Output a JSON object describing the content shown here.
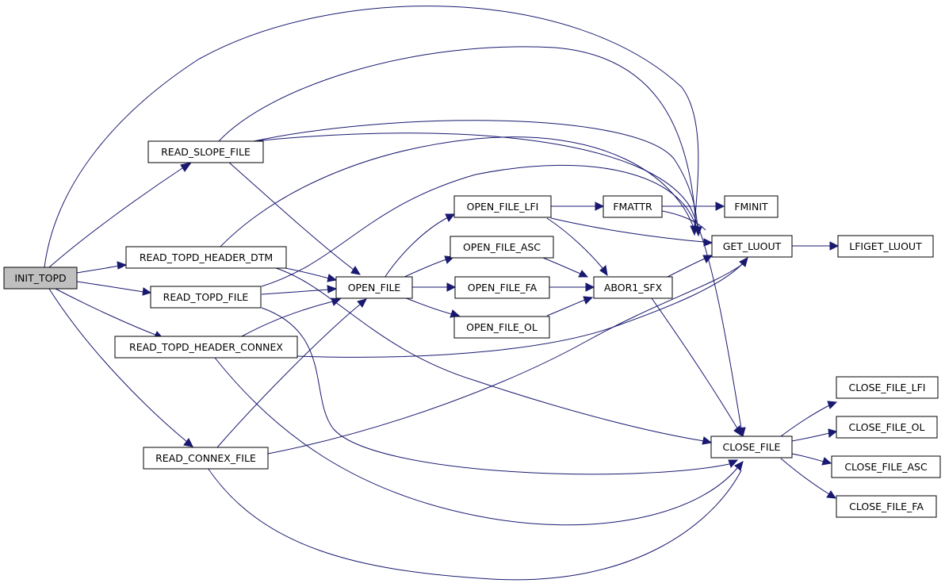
{
  "diagram": {
    "type": "call-graph",
    "colors": {
      "edge": "#191970",
      "root_fill": "#bfbfbf",
      "node_fill": "#ffffff",
      "node_border": "#000000"
    },
    "nodes": {
      "INIT_TOPD": "INIT_TOPD",
      "READ_SLOPE_FILE": "READ_SLOPE_FILE",
      "READ_TOPD_HEADER_DTM": "READ_TOPD_HEADER_DTM",
      "READ_TOPD_FILE": "READ_TOPD_FILE",
      "READ_TOPD_HEADER_CONNEX": "READ_TOPD_HEADER_CONNEX",
      "READ_CONNEX_FILE": "READ_CONNEX_FILE",
      "OPEN_FILE": "OPEN_FILE",
      "OPEN_FILE_LFI": "OPEN_FILE_LFI",
      "OPEN_FILE_ASC": "OPEN_FILE_ASC",
      "OPEN_FILE_FA": "OPEN_FILE_FA",
      "OPEN_FILE_OL": "OPEN_FILE_OL",
      "FMATTR": "FMATTR",
      "FMINIT": "FMINIT",
      "ABOR1_SFX": "ABOR1_SFX",
      "GET_LUOUT": "GET_LUOUT",
      "LFIGET_LUOUT": "LFIGET_LUOUT",
      "CLOSE_FILE": "CLOSE_FILE",
      "CLOSE_FILE_LFI": "CLOSE_FILE_LFI",
      "CLOSE_FILE_OL": "CLOSE_FILE_OL",
      "CLOSE_FILE_ASC": "CLOSE_FILE_ASC",
      "CLOSE_FILE_FA": "CLOSE_FILE_FA"
    },
    "edges": [
      [
        "INIT_TOPD",
        "READ_SLOPE_FILE"
      ],
      [
        "INIT_TOPD",
        "READ_TOPD_HEADER_DTM"
      ],
      [
        "INIT_TOPD",
        "READ_TOPD_FILE"
      ],
      [
        "INIT_TOPD",
        "READ_TOPD_HEADER_CONNEX"
      ],
      [
        "INIT_TOPD",
        "READ_CONNEX_FILE"
      ],
      [
        "INIT_TOPD",
        "GET_LUOUT"
      ],
      [
        "READ_SLOPE_FILE",
        "OPEN_FILE"
      ],
      [
        "READ_SLOPE_FILE",
        "GET_LUOUT"
      ],
      [
        "READ_SLOPE_FILE",
        "CLOSE_FILE"
      ],
      [
        "READ_TOPD_HEADER_DTM",
        "OPEN_FILE"
      ],
      [
        "READ_TOPD_HEADER_DTM",
        "GET_LUOUT"
      ],
      [
        "READ_TOPD_HEADER_DTM",
        "CLOSE_FILE"
      ],
      [
        "READ_TOPD_FILE",
        "OPEN_FILE"
      ],
      [
        "READ_TOPD_FILE",
        "GET_LUOUT"
      ],
      [
        "READ_TOPD_FILE",
        "CLOSE_FILE"
      ],
      [
        "READ_TOPD_HEADER_CONNEX",
        "OPEN_FILE"
      ],
      [
        "READ_TOPD_HEADER_CONNEX",
        "GET_LUOUT"
      ],
      [
        "READ_TOPD_HEADER_CONNEX",
        "CLOSE_FILE"
      ],
      [
        "READ_CONNEX_FILE",
        "OPEN_FILE"
      ],
      [
        "READ_CONNEX_FILE",
        "GET_LUOUT"
      ],
      [
        "READ_CONNEX_FILE",
        "CLOSE_FILE"
      ],
      [
        "OPEN_FILE",
        "OPEN_FILE_LFI"
      ],
      [
        "OPEN_FILE",
        "OPEN_FILE_ASC"
      ],
      [
        "OPEN_FILE",
        "OPEN_FILE_FA"
      ],
      [
        "OPEN_FILE",
        "OPEN_FILE_OL"
      ],
      [
        "OPEN_FILE_LFI",
        "FMATTR"
      ],
      [
        "OPEN_FILE_LFI",
        "GET_LUOUT"
      ],
      [
        "OPEN_FILE_LFI",
        "ABOR1_SFX"
      ],
      [
        "OPEN_FILE_ASC",
        "ABOR1_SFX"
      ],
      [
        "OPEN_FILE_FA",
        "ABOR1_SFX"
      ],
      [
        "OPEN_FILE_OL",
        "ABOR1_SFX"
      ],
      [
        "FMATTR",
        "FMINIT"
      ],
      [
        "ABOR1_SFX",
        "GET_LUOUT"
      ],
      [
        "ABOR1_SFX",
        "CLOSE_FILE"
      ],
      [
        "GET_LUOUT",
        "LFIGET_LUOUT"
      ],
      [
        "CLOSE_FILE",
        "CLOSE_FILE_LFI"
      ],
      [
        "CLOSE_FILE",
        "CLOSE_FILE_OL"
      ],
      [
        "CLOSE_FILE",
        "CLOSE_FILE_ASC"
      ],
      [
        "CLOSE_FILE",
        "CLOSE_FILE_FA"
      ]
    ]
  }
}
